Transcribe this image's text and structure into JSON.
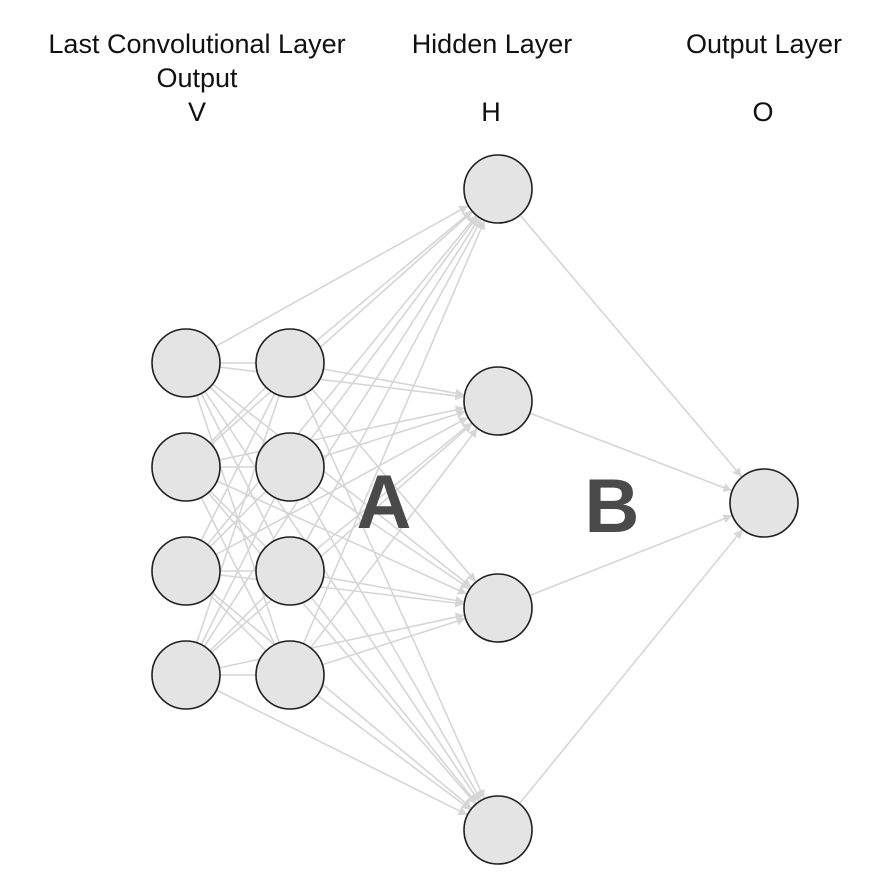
{
  "layers": {
    "input": {
      "title_line1": "Last Convolutional Layer",
      "title_line2": "Output",
      "symbol": "V"
    },
    "hidden": {
      "title": "Hidden Layer",
      "symbol": "H"
    },
    "output": {
      "title": "Output Layer",
      "symbol": "O"
    }
  },
  "weight_labels": {
    "first": "A",
    "second": "B"
  },
  "colors": {
    "node_fill": "#e4e4e4",
    "node_stroke": "#1f1f1f",
    "connection": "#d6d6d6",
    "weight_label": "#4a4a4a"
  }
}
